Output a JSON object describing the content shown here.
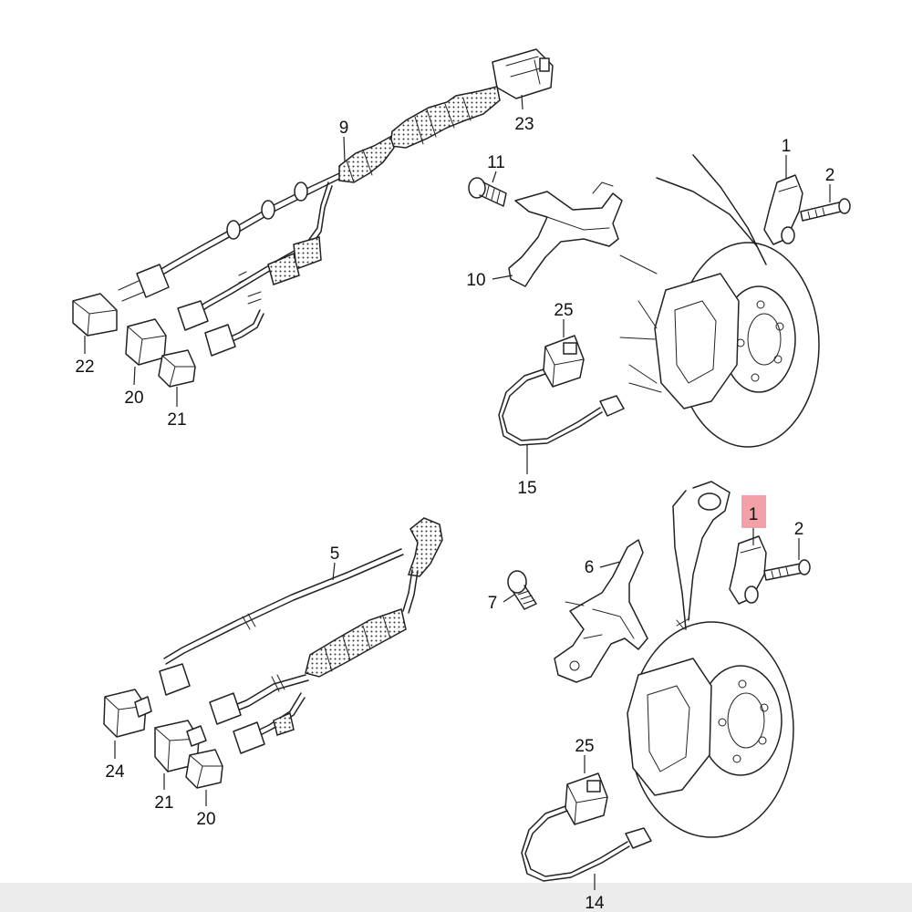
{
  "highlight_color": "#f4a0a8",
  "line_color": "#222222",
  "callouts": {
    "c1_top": "1",
    "c2_top": "2",
    "c11": "11",
    "c10": "10",
    "c9": "9",
    "c23": "23",
    "c22": "22",
    "c20_top": "20",
    "c21_top": "21",
    "c25_top": "25",
    "c15": "15",
    "c5": "5",
    "c6": "6",
    "c7": "7",
    "c1_bottom": "1",
    "c2_bottom": "2",
    "c24": "24",
    "c21_bottom": "21",
    "c20_bottom": "20",
    "c25_bottom": "25",
    "c14": "14"
  },
  "highlighted_part": "1"
}
